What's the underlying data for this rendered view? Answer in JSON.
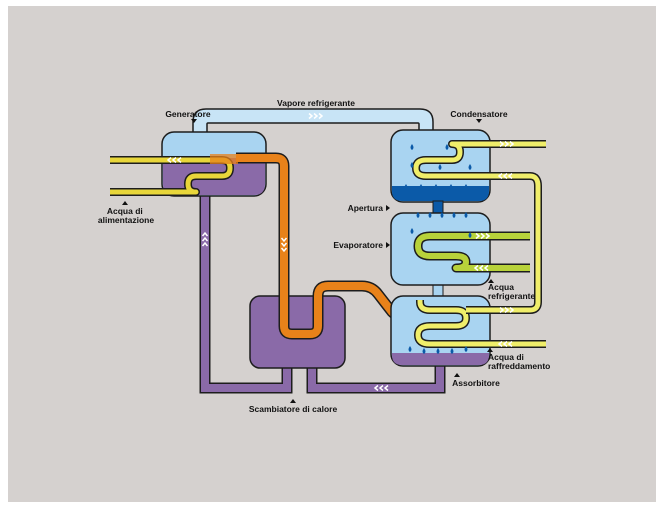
{
  "colors": {
    "background": "#d5d1cf",
    "vessel_fill": "#a9d4f1",
    "vessel_stroke": "#1d1d1d",
    "absorbent_solution": "#8a6aa8",
    "refrigerant_water": "#0b5aa8",
    "vapor_duct": "#c8e4f6",
    "hot_pipe": "#e8821a",
    "cooling_pipe": "#f0ee6a",
    "chilled_pipe": "#b8d23a",
    "feed_pipe": "#e8d63a"
  },
  "labels": {
    "generator": "Generatore",
    "vapor": "Vapore refrigerante",
    "condenser": "Condensatore",
    "feed_water": "Acqua di alimentazione",
    "opening": "Apertura",
    "evaporator": "Evaporatore",
    "chilled_water": "Acqua refrigerante",
    "cooling_water": "Acqua di raffreddamento",
    "absorber": "Assorbitore",
    "heat_exchanger": "Scambiatore di calore"
  },
  "icons": {
    "flow_arrow": "chevron-triple-arrow-icon",
    "pointer": "triangle-pointer-icon",
    "droplet": "droplet-icon"
  }
}
